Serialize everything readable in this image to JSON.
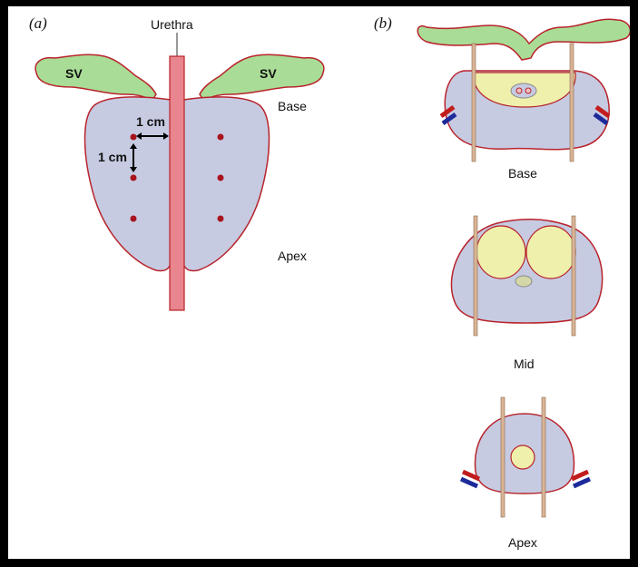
{
  "panel_a": {
    "label": "(a)",
    "urethra": "Urethra",
    "sv_left": "SV",
    "sv_right": "SV",
    "base": "Base",
    "apex": "Apex",
    "dim_horizontal": "1 cm",
    "dim_vertical": "1 cm"
  },
  "panel_b": {
    "label": "(b)",
    "base": "Base",
    "mid": "Mid",
    "apex": "Apex"
  },
  "colors": {
    "gland_fill": "#c6cbe2",
    "outline": "#b8232b",
    "sv_fill": "#a9dc96",
    "transition_fill": "#f0f0ad",
    "urethra_fill": "#e8858e",
    "dot": "#a8141c",
    "needle": "#d9b496",
    "frame": "#000000"
  }
}
